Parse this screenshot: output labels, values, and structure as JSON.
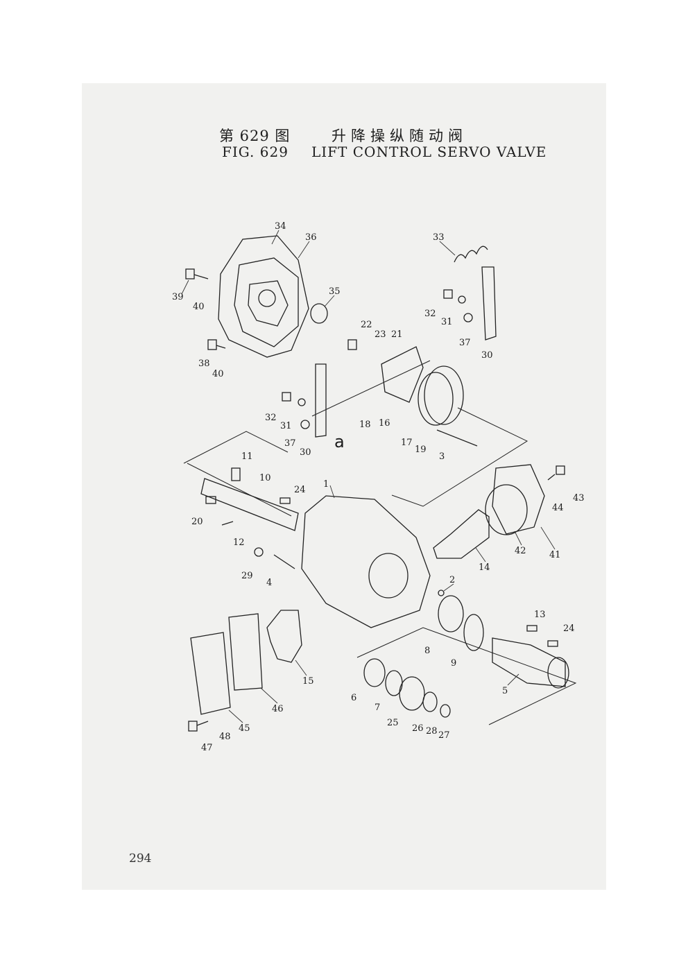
{
  "figure": {
    "label_cn": "第 629 图",
    "title_cn": "升降操纵随动阀",
    "label_en": "FIG. 629",
    "title_en": "LIFT CONTROL SERVO VALVE"
  },
  "callouts": [
    "34",
    "36",
    "39",
    "40",
    "35",
    "38",
    "40",
    "33",
    "32",
    "31",
    "37",
    "30",
    "22",
    "23",
    "21",
    "32",
    "31",
    "37",
    "30",
    "a",
    "18",
    "16",
    "17",
    "19",
    "3",
    "11",
    "10",
    "24",
    "20",
    "12",
    "1",
    "29",
    "4",
    "2",
    "14",
    "42",
    "41",
    "43",
    "44",
    "13",
    "24",
    "8",
    "9",
    "5",
    "15",
    "46",
    "45",
    "6",
    "7",
    "25",
    "26",
    "28",
    "27",
    "47",
    "48"
  ],
  "page_number": "294"
}
